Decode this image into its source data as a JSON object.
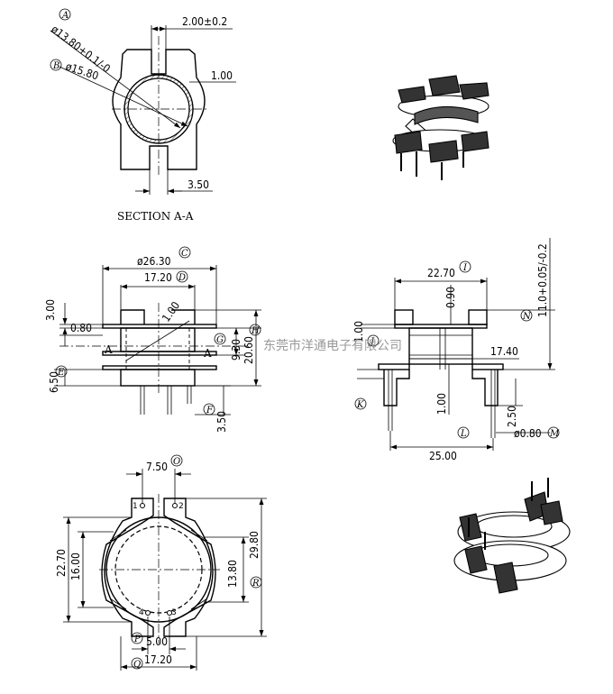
{
  "section_a": {
    "title": "SECTION A-A",
    "dims": {
      "slot": "2.00±0.2",
      "inner_dia": "ø13.80+0.1/-0",
      "outer_dia": "ø15.80",
      "wall": "1.00",
      "bottom_gap": "3.50"
    },
    "callouts": {
      "inner": "A",
      "outer": "B"
    }
  },
  "front_view": {
    "dims": {
      "flange_dia": "ø26.30",
      "body_w": "17.20",
      "left_h": "3.00",
      "flange_t": "0.80",
      "chamfer": "1.00",
      "wind_h": "9.30",
      "total_h": "20.60",
      "pin_off": "6.50",
      "pin_len": "3.50"
    },
    "callouts": {
      "flange": "C",
      "body": "D",
      "pinoff": "E",
      "pinlen": "F",
      "wind": "G",
      "total": "H"
    },
    "section_mark": "A"
  },
  "side_view": {
    "dims": {
      "top_w": "22.70",
      "flange_t": "0.90",
      "height": "11.0+0.05/-0.2",
      "left_t": "1.00",
      "inner_w": "17.40",
      "pin_t": "1.00",
      "pin_len": "2.50",
      "span": "25.00",
      "pin_dia": "ø0.80"
    },
    "callouts": {
      "top": "I",
      "left": "J",
      "pin": "K",
      "span": "L",
      "dia": "M",
      "height": "N"
    }
  },
  "bottom_view": {
    "dims": {
      "top_pitch": "7.50",
      "left_w": "22.70",
      "inner": "16.00",
      "hole": "13.80",
      "total": "29.80",
      "bottom_pitch": "5.00",
      "bottom_w": "17.20"
    },
    "callouts": {
      "top": "O",
      "pitch": "P",
      "width": "Q",
      "total": "R"
    },
    "pins": [
      "1",
      "2",
      "3",
      "4"
    ]
  },
  "watermark": "东莞市洋通电子有限公司"
}
